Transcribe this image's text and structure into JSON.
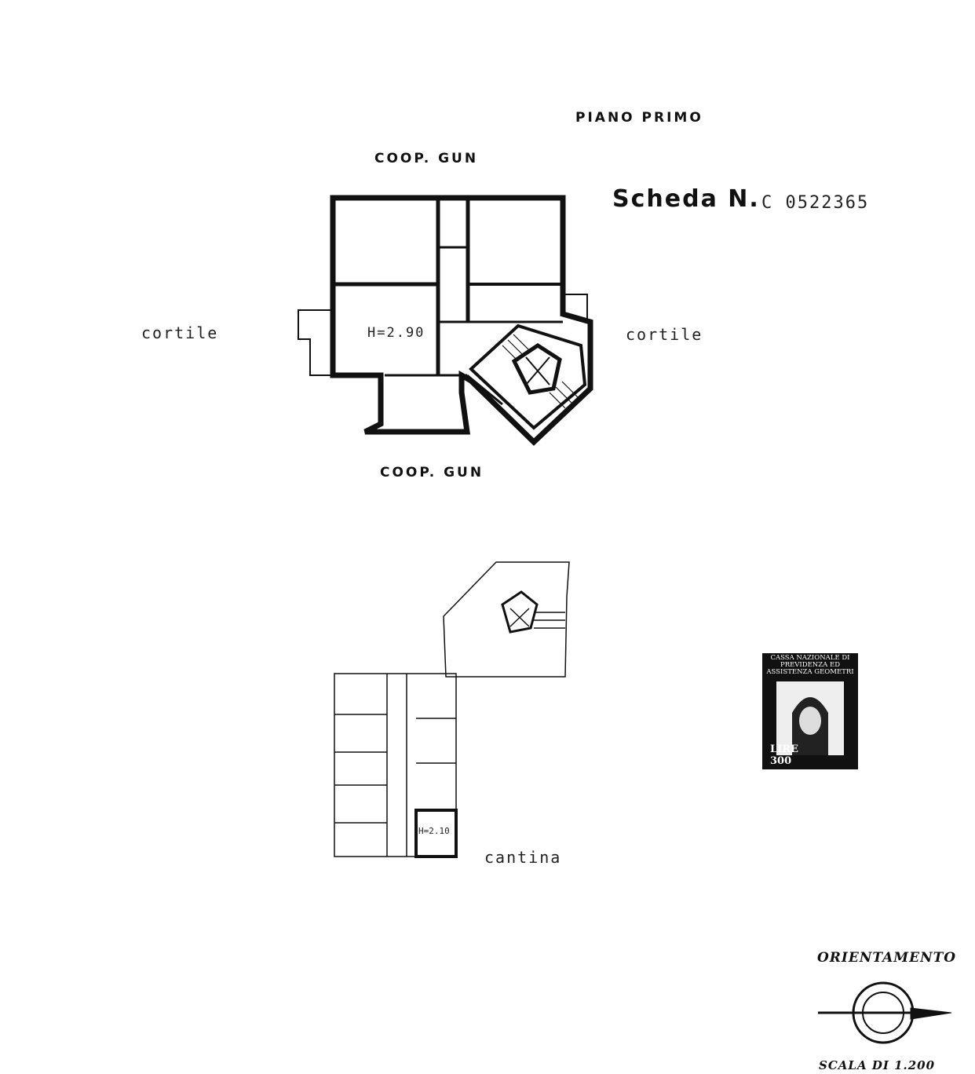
{
  "header": {
    "floor_title": "PIANO PRIMO",
    "card_label": "Scheda N.",
    "card_number": "C 0522365"
  },
  "plan_upper": {
    "neighbor_top": "COOP. GUN",
    "neighbor_bottom": "COOP. GUN",
    "left_label": "cortile",
    "right_label": "cortile",
    "height_label": "H=2.90"
  },
  "plan_lower": {
    "height_label": "H=2.10",
    "room_label": "cantina"
  },
  "stamp": {
    "heading": "CASSA NAZIONALE DI PREVIDENZA ED ASSISTENZA GEOMETRI",
    "price": "LIRE 300"
  },
  "footer": {
    "orientation_label": "ORIENTAMENTO",
    "scale_label": "SCALA DI 1.200"
  }
}
